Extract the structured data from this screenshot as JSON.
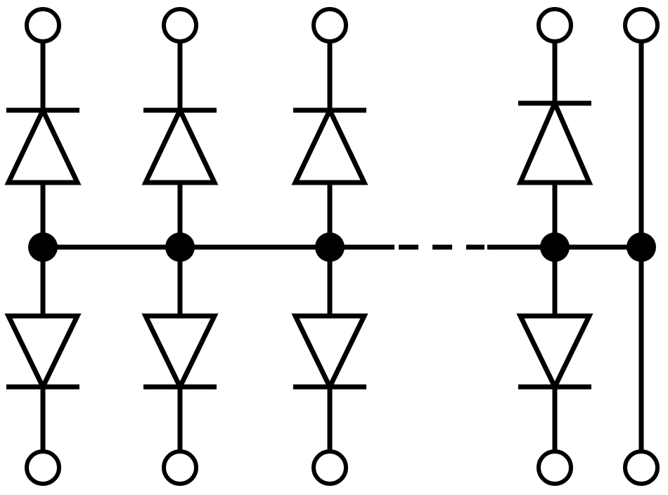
{
  "diagram": {
    "kind": "diode bridge network",
    "columns": [
      {
        "id": "col-1",
        "has_diodes": true
      },
      {
        "id": "col-2",
        "has_diodes": true
      },
      {
        "id": "col-3",
        "has_diodes": true
      },
      {
        "id": "col-4",
        "has_diodes": true
      },
      {
        "id": "col-5",
        "has_diodes": false
      }
    ],
    "bus_gap_after_column": 3,
    "colors": {
      "stroke": "#000000",
      "background": "#ffffff"
    }
  }
}
